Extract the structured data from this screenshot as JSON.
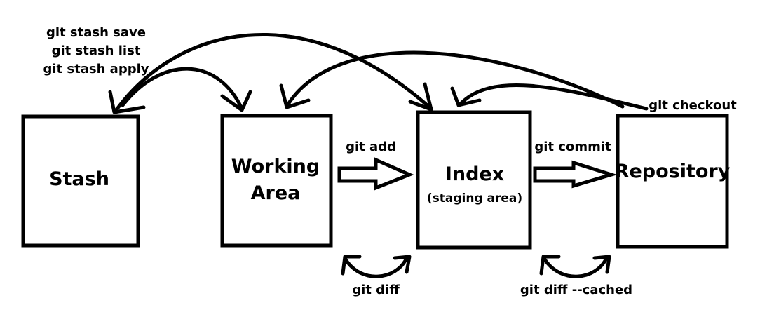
{
  "boxes": {
    "stash": {
      "label": "Stash"
    },
    "working_area": {
      "line1": "Working",
      "line2": "Area"
    },
    "index": {
      "label": "Index",
      "sub": "(staging area)"
    },
    "repository": {
      "label": "Repository"
    }
  },
  "commands": {
    "stash_save": "git stash save",
    "stash_list": "git stash list",
    "stash_apply": "git stash apply",
    "add": "git add",
    "commit": "git commit",
    "checkout": "git checkout",
    "diff": "git diff",
    "diff_cached": "git diff --cached"
  },
  "colors": {
    "ink": "#000000",
    "background": "#ffffff"
  }
}
